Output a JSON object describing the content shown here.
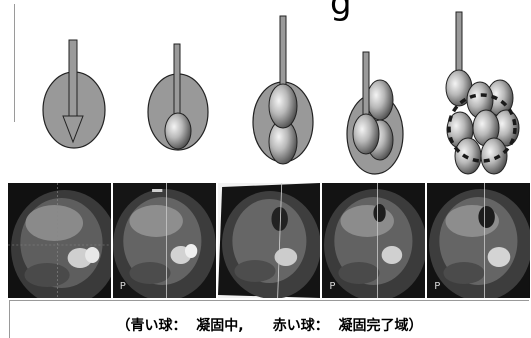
{
  "title_fragment": "g",
  "panels": [
    {
      "stage": 1,
      "spheres": 0
    },
    {
      "stage": 2,
      "spheres": 1
    },
    {
      "stage": 3,
      "spheres": 2
    },
    {
      "stage": 4,
      "spheres": 3
    },
    {
      "stage": 5,
      "spheres": 7
    }
  ],
  "mri_labels": [
    "",
    "P",
    "",
    "P",
    "P"
  ],
  "caption": "（青い球：  凝固中,      赤い球：  凝固完了域）",
  "colors": {
    "disc": "#999999",
    "needle": "#9a9a9a",
    "sphere_light": "#f2f2f2",
    "sphere_dark": "#4a4a4a",
    "dotted_ring": "#1a1a1a"
  }
}
